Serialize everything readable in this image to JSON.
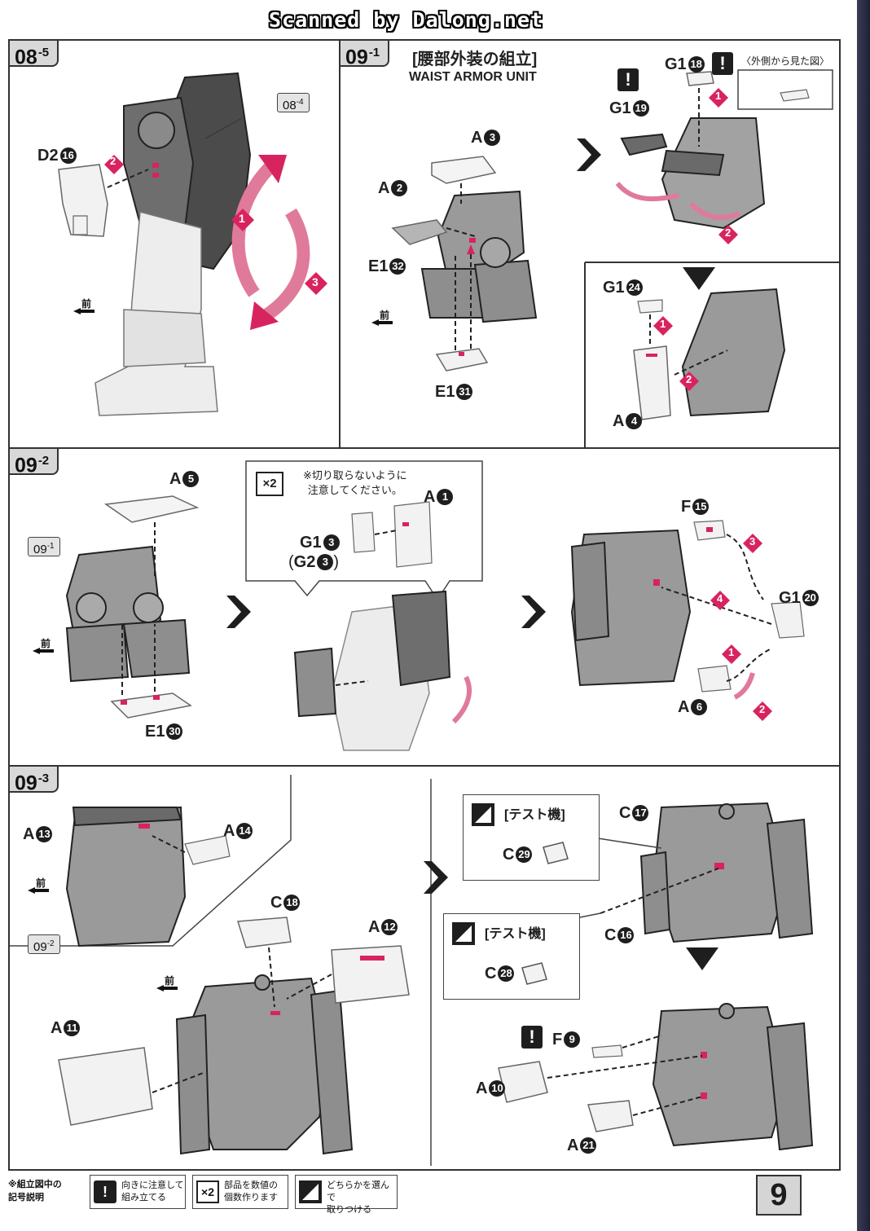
{
  "watermark": "Scanned by Dalong.net",
  "page_number": "9",
  "steps": {
    "s08_5": {
      "main": "08",
      "sub": "-5",
      "ref": {
        "main": "08",
        "sub": "-4"
      },
      "part": {
        "runner": "D2",
        "num": "16"
      },
      "seq": [
        "2",
        "1",
        "3"
      ],
      "front": "前"
    },
    "s09_1": {
      "main": "09",
      "sub": "-1",
      "title_jp": "[腰部外装の組立]",
      "title_en": "WAIST ARMOR UNIT",
      "parts": [
        {
          "runner": "A",
          "num": "3"
        },
        {
          "runner": "A",
          "num": "2"
        },
        {
          "runner": "E1",
          "num": "32"
        },
        {
          "runner": "E1",
          "num": "31"
        }
      ],
      "front": "前"
    },
    "s09_1b": {
      "outside_view": "〈外側から見た図〉",
      "parts": [
        {
          "runner": "G1",
          "num": "18"
        },
        {
          "runner": "G1",
          "num": "19"
        },
        {
          "runner": "G1",
          "num": "24"
        },
        {
          "runner": "A",
          "num": "4"
        }
      ],
      "seq": [
        "1",
        "2",
        "1",
        "2"
      ],
      "warn": "!"
    },
    "s09_2": {
      "main": "09",
      "sub": "-2",
      "ref": {
        "main": "09",
        "sub": "-1"
      },
      "parts": [
        {
          "runner": "A",
          "num": "5"
        },
        {
          "runner": "E1",
          "num": "30"
        },
        {
          "runner": "A",
          "num": "1"
        },
        {
          "runner": "G1",
          "num": "3"
        },
        {
          "runner": "G2",
          "num": "3"
        },
        {
          "runner": "F",
          "num": "15"
        },
        {
          "runner": "G1",
          "num": "20"
        },
        {
          "runner": "A",
          "num": "6"
        }
      ],
      "note": "※切り取らないように\n注意してください。",
      "x2": "×2",
      "seq": [
        "3",
        "4",
        "1",
        "2"
      ],
      "front": "前"
    },
    "s09_3": {
      "main": "09",
      "sub": "-3",
      "ref": {
        "main": "09",
        "sub": "-2"
      },
      "parts": [
        {
          "runner": "A",
          "num": "13"
        },
        {
          "runner": "A",
          "num": "14"
        },
        {
          "runner": "C",
          "num": "18"
        },
        {
          "runner": "A",
          "num": "12"
        },
        {
          "runner": "A",
          "num": "11"
        },
        {
          "runner": "C",
          "num": "17"
        },
        {
          "runner": "C",
          "num": "29"
        },
        {
          "runner": "C",
          "num": "16"
        },
        {
          "runner": "C",
          "num": "28"
        },
        {
          "runner": "F",
          "num": "9"
        },
        {
          "runner": "A",
          "num": "10"
        },
        {
          "runner": "A",
          "num": "21"
        }
      ],
      "test_label_1": "[テスト機]",
      "test_label_2": "[テスト機]",
      "front": "前"
    }
  },
  "legend": {
    "lead": "※組立図中の\n記号説明",
    "items": [
      {
        "icon": "!",
        "text": "向きに注意して\n組み立てる"
      },
      {
        "icon": "×2",
        "text": "部品を数値の\n個数作ります"
      },
      {
        "icon": "",
        "text": "どちらかを選んで\n取りつける"
      }
    ]
  },
  "colors": {
    "accent_pink": "#d8245e",
    "frame": "#333333",
    "part_fill": "#9a9a9a",
    "part_light": "#e6e6e6",
    "tag_fill": "#d8d8d8"
  }
}
